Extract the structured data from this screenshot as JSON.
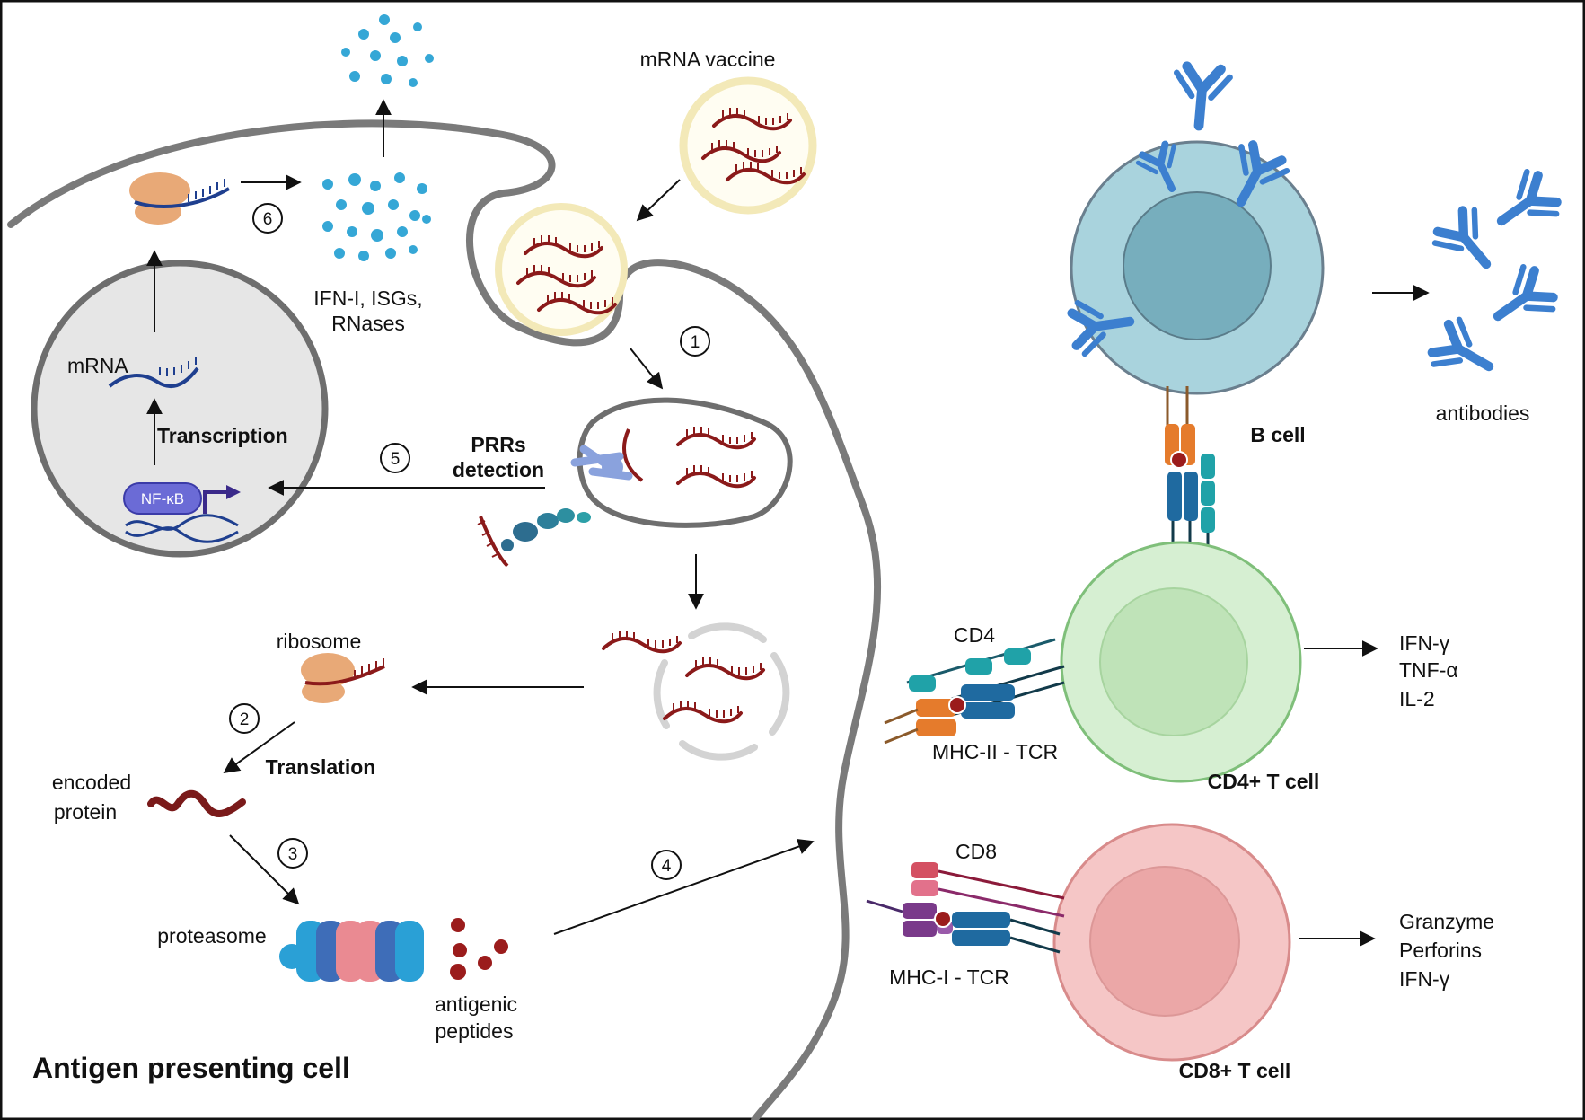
{
  "title": "Antigen presenting cell",
  "labels": {
    "mrna_vaccine": "mRNA vaccine",
    "ifn_line1": "IFN-I, ISGs,",
    "ifn_line2": "RNases",
    "mrna": "mRNA",
    "transcription": "Transcription",
    "nfkb": "NF-κB",
    "prrs_line1": "PRRs",
    "prrs_line2": "detection",
    "ribosome": "ribosome",
    "translation": "Translation",
    "encoded_line1": "encoded",
    "encoded_line2": "protein",
    "proteasome": "proteasome",
    "antigenic_line1": "antigenic",
    "antigenic_line2": "peptides",
    "b_cell": "B cell",
    "antibodies": "antibodies",
    "cd4": "CD4",
    "mhc2_tcr": "MHC-II - TCR",
    "cd4_t_cell": "CD4+ T cell",
    "cd8": "CD8",
    "mhc1_tcr": "MHC-I - TCR",
    "cd8_t_cell": "CD8+ T cell"
  },
  "cd4_outputs": [
    "IFN-γ",
    "TNF-α",
    "IL-2"
  ],
  "cd8_outputs": [
    "Granzyme",
    "Perforins",
    "IFN-γ"
  ],
  "steps": [
    "1",
    "2",
    "3",
    "4",
    "5",
    "6"
  ],
  "colors": {
    "membrane": "#7a7a7a",
    "nucleus_fill": "#e6e6e6",
    "mrna_red": "#8b1a1a",
    "mrna_blue": "#1f3f8f",
    "lnp_ring": "#f3e9b8",
    "ribosome": "#e8a977",
    "b_cell_outer": "#a9d3dd",
    "b_cell_inner": "#77aebd",
    "cd4_outer": "#d6efd2",
    "cd4_inner": "#bfe3b8",
    "cd8_outer": "#f5c6c6",
    "cd8_inner": "#eba7a7",
    "antibody": "#3c7fcf",
    "nfkb": "#6b6bd6",
    "ifn_dots": "#35a7d6"
  }
}
